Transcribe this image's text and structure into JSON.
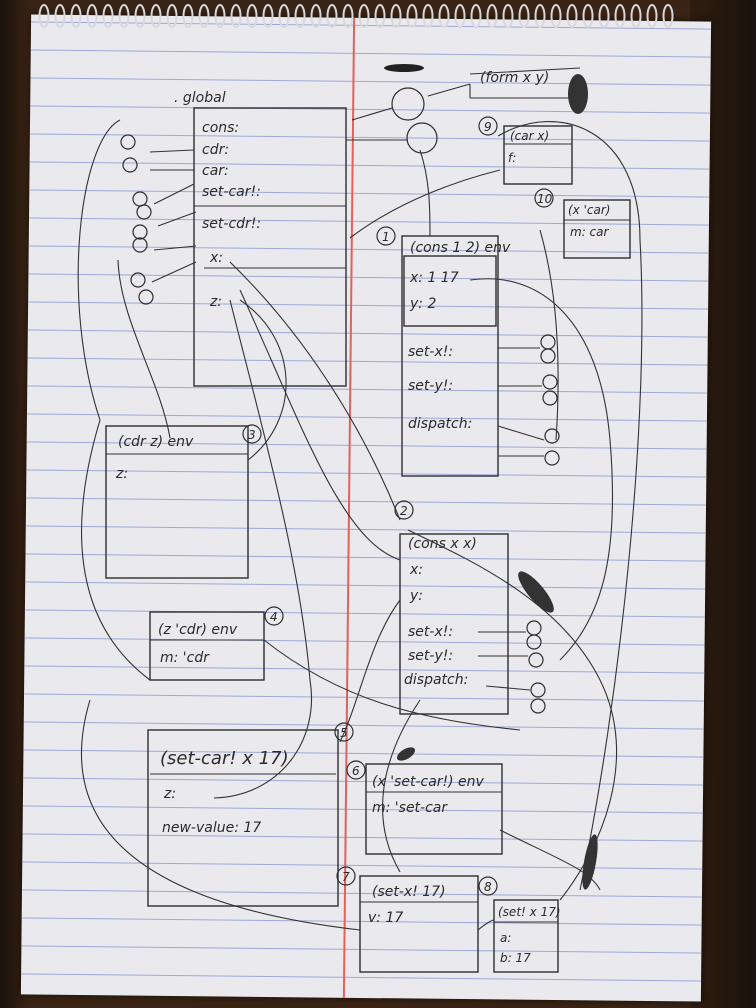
{
  "global_frame": {
    "title": ". global",
    "bindings": [
      "cons:",
      "cdr:",
      "car:",
      "set-car!:",
      "set-cdr!:",
      "x:",
      "z:"
    ]
  },
  "procedure_object": {
    "params": "(form x y)"
  },
  "frames": [
    {
      "number": "1",
      "title": "(cons 1 2) env",
      "bindings": [
        "x: 1 17",
        "y: 2",
        "set-x!:",
        "set-y!:",
        "dispatch:"
      ]
    },
    {
      "number": "2",
      "title": "(cons x x)",
      "bindings": [
        "x:",
        "y:",
        "set-x!:",
        "set-y!:",
        "dispatch:"
      ]
    },
    {
      "number": "3",
      "title": "(cdr z) env",
      "bindings": [
        "z:"
      ]
    },
    {
      "number": "4",
      "title": "(z 'cdr) env",
      "bindings": [
        "m: 'cdr"
      ]
    },
    {
      "number": "5",
      "title": "(set-car! x 17)",
      "bindings": [
        "z:",
        "new-value: 17"
      ]
    },
    {
      "number": "6",
      "title": "(x 'set-car!) env",
      "bindings": [
        "m: 'set-car"
      ]
    },
    {
      "number": "7",
      "title": "(set-x! 17)",
      "bindings": [
        "v: 17"
      ]
    },
    {
      "number": "8",
      "title": "(set! x 17)",
      "bindings": [
        "a:",
        "b: 17"
      ]
    },
    {
      "number": "9",
      "title": "(car x)",
      "bindings": [
        "f:"
      ]
    },
    {
      "number": "10",
      "title": "(x 'car)",
      "bindings": [
        "m: car"
      ]
    }
  ]
}
